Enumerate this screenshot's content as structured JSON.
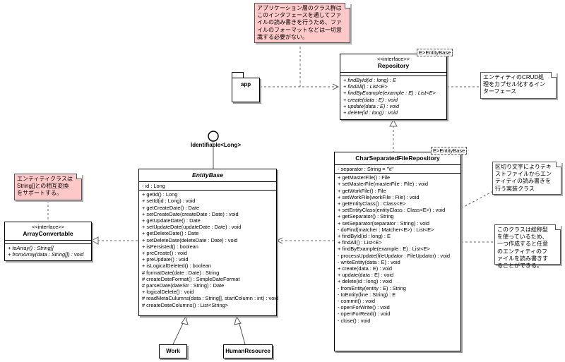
{
  "notes": {
    "app_note": "アプリケーション層のクラス群はこのインタフェースを通してファイルの読み書きを行うため、ファイルのフォーマットなどは一切意識する必要がない。",
    "repository_note": "エンティティのCRUD処理をカプセル化するインターフェース",
    "array_note": "エンティティクラスはString[]との相互変換をサポートする。",
    "csv_note": "区切り文字によりテキストファイルからエンティティの読み書きを行う実装クラス",
    "generic_note": "このクラスは総称型を使っているため、一つ作成すると任意のエンティティのファイルを読み書きすることができる。"
  },
  "package_app": {
    "label": "app"
  },
  "lollipop": {
    "label": "Identifiable<Long>"
  },
  "repository": {
    "stereotype": "<<interface>>",
    "name": "Repository",
    "type_param": "E>EntityBase",
    "methods": [
      "+ findById(id : long) : E",
      "+ findAll() : List<E>",
      "+ findByExample(example : E) : List<E>",
      "+ create(data : E) : void",
      "+ update(data : E) : void",
      "+ delete(id : long) : void"
    ]
  },
  "array_convertable": {
    "stereotype": "<<interface>>",
    "name": "ArrayConvertable",
    "methods": [
      "+ toArray() : String[]",
      "+ fromArray(data : String[]) : void"
    ]
  },
  "entity_base": {
    "name": "EntityBase",
    "attributes": [
      "- id : Long"
    ],
    "methods": [
      "+ getId() : Long",
      "+ setId(id : Long) : void",
      "+ getCreateDate() : Date",
      "+ setCreateDate(createDate : Date) : void",
      "+ getUpdateDate() : Date",
      "+ setUpdateDate(updateDate : Date) : void",
      "+ getDeleteDate() : Date",
      "+ setDeleteDate(deleteDate : Date) : void",
      "+ isPersisted() : boolean",
      "+ preCreate() : void",
      "+ preUpdate() : void",
      "+ isLogicalDeleted() : boolean",
      "# formatDate(date : Date) : String",
      "# createDateFormat() : SimpleDateFormat",
      "# parseDate(dateStr : String) : Date",
      "+ logicalDelete() : void",
      "# readMetaCulumns(data : String[], startColumn : int) : void",
      "# createDateColumns() : List<String>"
    ]
  },
  "csv_repository": {
    "name": "CharSeparatedFileRepository",
    "type_param": "E>EntityBase",
    "attributes": [
      "- separator : String = \"\\t\""
    ],
    "methods": [
      "+ getMasterFile() : File",
      "+ setMasterFile(masterFile : File) : void",
      "+ getWorkFile() : File",
      "+ setWorkFile(workFile : File) : void",
      "+ getEntityClass() : Class<E>",
      "+ setEntityClass(entityClass : Class<E>) : void",
      "+ getSeparator() : String",
      "+ setSeparator(separator : String) : void",
      "- doFind(matcher : Matcher<E>) : List<E>",
      "+ findById(id : long) : E",
      "+ findAll() : List<E>",
      "+ findByExample(example : E) : List<E>",
      "- processUpdate(fileUpdator : FileUpdator) : void",
      "- writeEntity(data : E) : void",
      "+ create(data : E) : void",
      "+ update(data : E) : void",
      "+ delete(id : long) : void",
      "- fromEntity(entity : E) : String",
      "- toEntity(line : String) : E",
      "- commit() : void",
      "- openForWrite() : void",
      "- openForRead() : void",
      "- close() : void"
    ]
  },
  "work": {
    "name": "Work"
  },
  "human_resource": {
    "name": "HumanResource"
  },
  "colors": {
    "note_pink": "#ffc8c8",
    "line": "#555555",
    "border": "#000000"
  }
}
